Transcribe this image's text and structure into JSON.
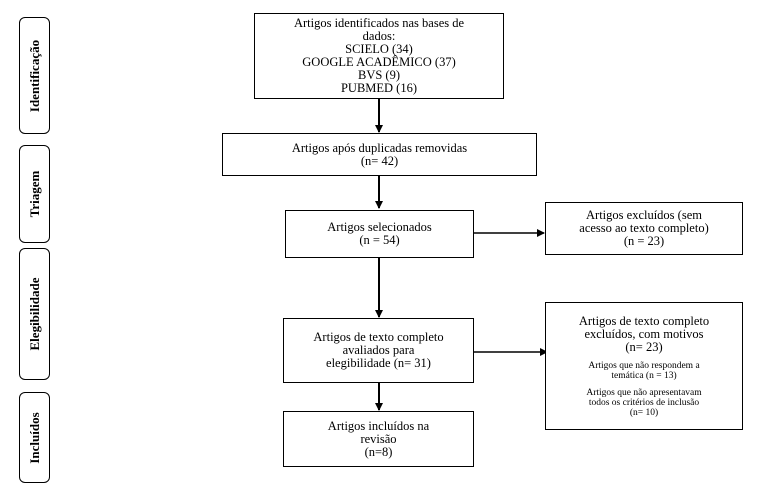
{
  "phases": {
    "identification": "Identificação",
    "screening": "Triagem",
    "eligibility": "Elegibilidade",
    "included": "Incluídos"
  },
  "identified": {
    "line1": "Artigos identificados nas bases de",
    "line2": "dados:",
    "sources": [
      "SCIELO (34)",
      "GOOGLE ACADÊMICO (37)",
      "BVS (9)",
      "PUBMED (16)"
    ]
  },
  "deduplicated": {
    "line1": "Artigos após duplicadas removidas",
    "line2": "(n= 42)"
  },
  "selected": {
    "line1": "Artigos selecionados",
    "line2": "(n = 54)"
  },
  "excluded_no_access": {
    "line1": "Artigos excluídos (sem",
    "line2": "acesso ao texto completo)",
    "line3": "(n = 23)"
  },
  "fulltext_assessed": {
    "line1": "Artigos de texto completo",
    "line2": "avaliados para",
    "line3": "elegibilidade (n= 31)"
  },
  "fulltext_excluded": {
    "line1": "Artigos de texto completo",
    "line2": "excluídos, com motivos",
    "line3": "(n= 23)",
    "reason1_line1": "Artigos que não respondem a",
    "reason1_line2": "temática (n = 13)",
    "reason2_line1": "Artigos que não apresentavam",
    "reason2_line2": "todos os critérios de inclusão",
    "reason2_line3": "(n= 10)"
  },
  "included": {
    "line1": "Artigos incluídos na",
    "line2": "revisão",
    "line3": "(n=8)"
  }
}
